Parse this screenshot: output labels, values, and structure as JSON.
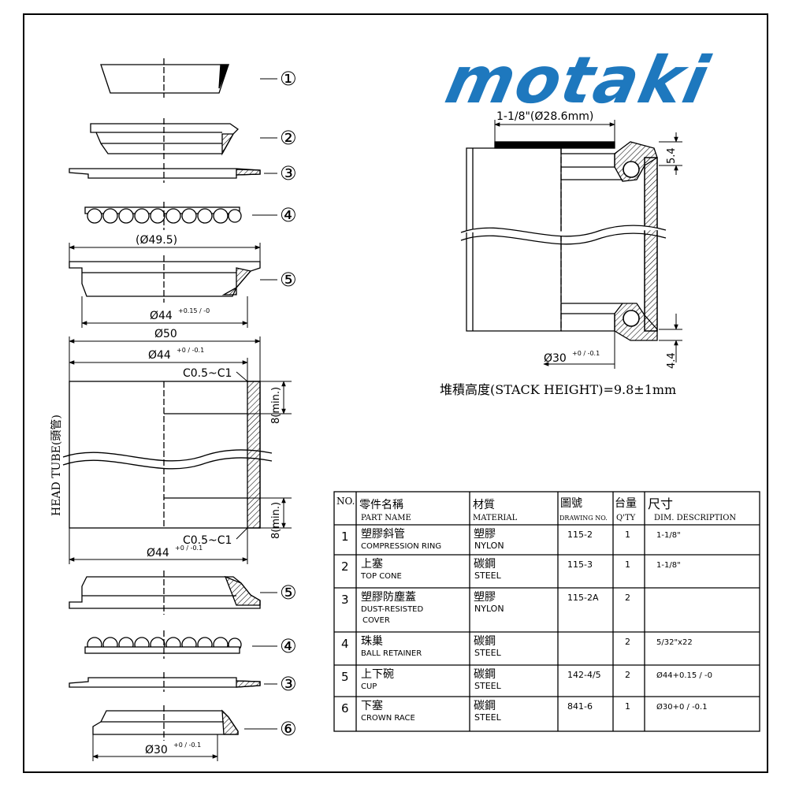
{
  "brand": {
    "logo": "motaki",
    "color": "#1e78be"
  },
  "parts_exploded": {
    "callouts": [
      "①",
      "②",
      "③",
      "④",
      "⑤",
      "⑤",
      "④",
      "③",
      "⑥"
    ],
    "dim_d495": "(Ø49.5)",
    "dim_d44_cup": "Ø44",
    "dim_d44_cup_tol": "+0.15 / -0",
    "dim_d50": "Ø50",
    "dim_d44_tube_top": "Ø44",
    "dim_d44_tube_top_tol": "+0 / -0.1",
    "chamfer_top": "C0.5~C1",
    "chamfer_bottom": "C0.5~C1",
    "min_top": "8(min.)",
    "min_bottom": "8(min.)",
    "dim_d44_tube_bottom": "Ø44",
    "dim_d44_tube_bottom_tol": "+0 / -0.1",
    "dim_d30_crown": "Ø30",
    "dim_d30_crown_tol": "+0 / -0.1",
    "head_tube_label": "HEAD TUBE(頭管)"
  },
  "assembly": {
    "dim_steerer": "1-1/8\"(Ø28.6mm)",
    "dim_top_h": "5.4",
    "dim_bottom_h": "4.4",
    "dim_d30": "Ø30",
    "dim_d30_tol": "+0 / -0.1",
    "stack_height": "堆積高度(STACK HEIGHT)=9.8±1mm"
  },
  "table": {
    "headers": {
      "no": "NO.",
      "part_zh": "零件名稱",
      "part_en": "PART NAME",
      "mat_zh": "材質",
      "mat_en": "MATERIAL",
      "draw_zh": "圖號",
      "draw_en": "DRAWING NO.",
      "qty_zh": "台量",
      "qty_en": "Q'TY",
      "dim_zh": "尺寸",
      "dim_en": "DIM. DESCRIPTION"
    },
    "rows": [
      {
        "no": "1",
        "zh": "塑膠斜管",
        "en": "COMPRESSION RING",
        "en2": "",
        "mat_zh": "塑膠",
        "mat_en": "NYLON",
        "drawing": "115-2",
        "qty": "1",
        "dim": "1-1/8\""
      },
      {
        "no": "2",
        "zh": "上塞",
        "en": "TOP CONE",
        "en2": "",
        "mat_zh": "碳鋼",
        "mat_en": "STEEL",
        "drawing": "115-3",
        "qty": "1",
        "dim": "1-1/8\""
      },
      {
        "no": "3",
        "zh": "塑膠防塵蓋",
        "en": "DUST-RESISTED",
        "en2": "COVER",
        "mat_zh": "塑膠",
        "mat_en": "NYLON",
        "drawing": "115-2A",
        "qty": "2",
        "dim": ""
      },
      {
        "no": "4",
        "zh": "珠巢",
        "en": "BALL RETAINER",
        "en2": "",
        "mat_zh": "碳鋼",
        "mat_en": "STEEL",
        "drawing": "",
        "qty": "2",
        "dim": "5/32\"x22"
      },
      {
        "no": "5",
        "zh": "上下碗",
        "en": "CUP",
        "en2": "",
        "mat_zh": "碳鋼",
        "mat_en": "STEEL",
        "drawing": "142-4/5",
        "qty": "2",
        "dim": "Ø44+0.15 / -0"
      },
      {
        "no": "6",
        "zh": "下塞",
        "en": "CROWN RACE",
        "en2": "",
        "mat_zh": "碳鋼",
        "mat_en": "STEEL",
        "drawing": "841-6",
        "qty": "1",
        "dim": "Ø30+0 / -0.1"
      }
    ]
  }
}
